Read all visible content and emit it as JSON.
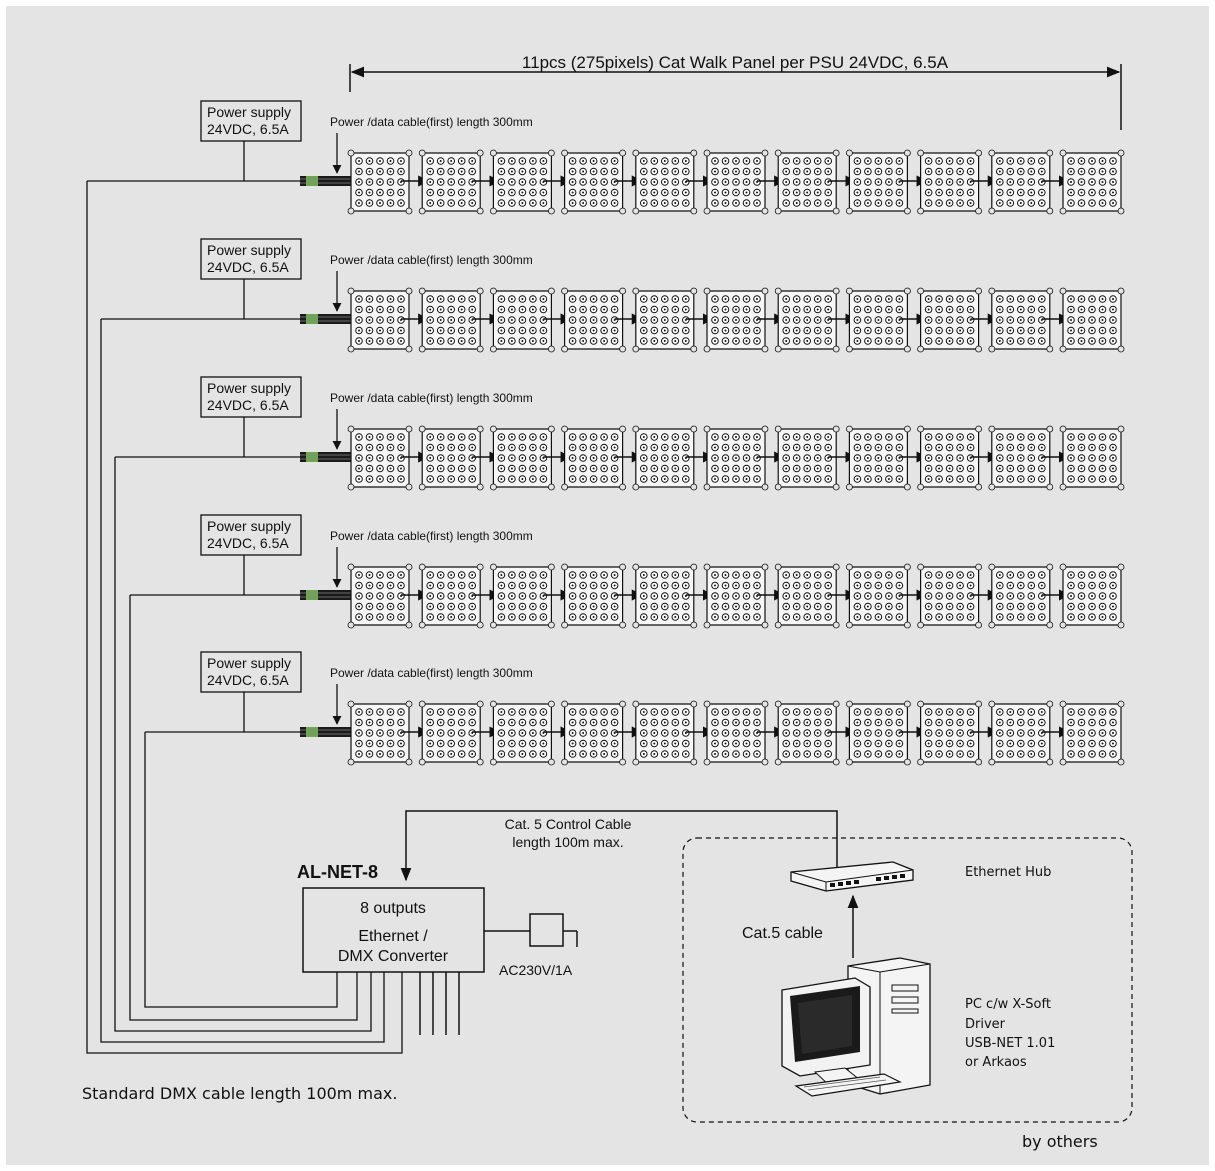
{
  "colors": {
    "background": "#e4e4e4",
    "line": "#111111",
    "box_fill": "#e4e4e4",
    "connector": "#6ba84e"
  },
  "header": {
    "dimension_label": "11pcs  (275pixels)  Cat Walk Panel per PSU 24VDC, 6.5A"
  },
  "rows": [
    {
      "psu_line1": "Power supply",
      "psu_line2": "24VDC, 6.5A",
      "cable_caption": "Power /data cable(first) length 300mm"
    },
    {
      "psu_line1": "Power supply",
      "psu_line2": "24VDC, 6.5A",
      "cable_caption": "Power /data cable(first) length 300mm"
    },
    {
      "psu_line1": "Power supply",
      "psu_line2": "24VDC, 6.5A",
      "cable_caption": "Power /data cable(first) length 300mm"
    },
    {
      "psu_line1": "Power supply",
      "psu_line2": "24VDC, 6.5A",
      "cable_caption": "Power /data cable(first) length 300mm"
    },
    {
      "psu_line1": "Power supply",
      "psu_line2": "24VDC, 6.5A",
      "cable_caption": "Power /data cable(first) length 300mm"
    }
  ],
  "panels_per_row": 11,
  "converter": {
    "model": "AL-NET-8",
    "line1": "8 outputs",
    "line2": "Ethernet /",
    "line3": "DMX Converter",
    "power_label": "AC230V/1A"
  },
  "control_cable": {
    "line1": "Cat. 5 Control Cable",
    "line2": "length 100m max."
  },
  "hub_label": "Ethernet Hub",
  "pc_cable_label": "Cat.5 cable",
  "pc_label": {
    "line1": "PC c/w X-Soft",
    "line2": "Driver",
    "line3": "USB-NET 1.01",
    "line4": "or Arkaos"
  },
  "dmx_cable_label": "Standard DMX cable  length 100m max.",
  "others_label": "by others"
}
